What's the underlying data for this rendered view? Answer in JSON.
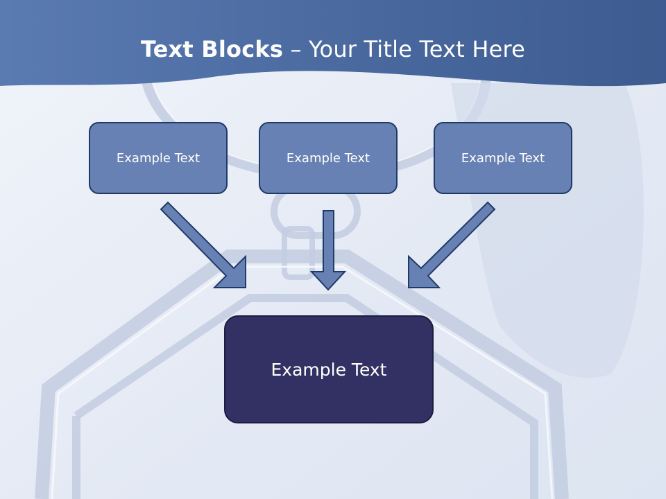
{
  "slide": {
    "title_bold": "Text Blocks",
    "title_rest": " – Your Title Text Here",
    "top_blocks": [
      {
        "label": "Example Text"
      },
      {
        "label": "Example Text"
      },
      {
        "label": "Example Text"
      }
    ],
    "bottom_block": {
      "label": "Example Text"
    }
  },
  "colors": {
    "header": "#4d6da4",
    "small_box_fill": "#6781b4",
    "big_box_fill": "#333063",
    "arrow_fill": "#6781b4"
  }
}
